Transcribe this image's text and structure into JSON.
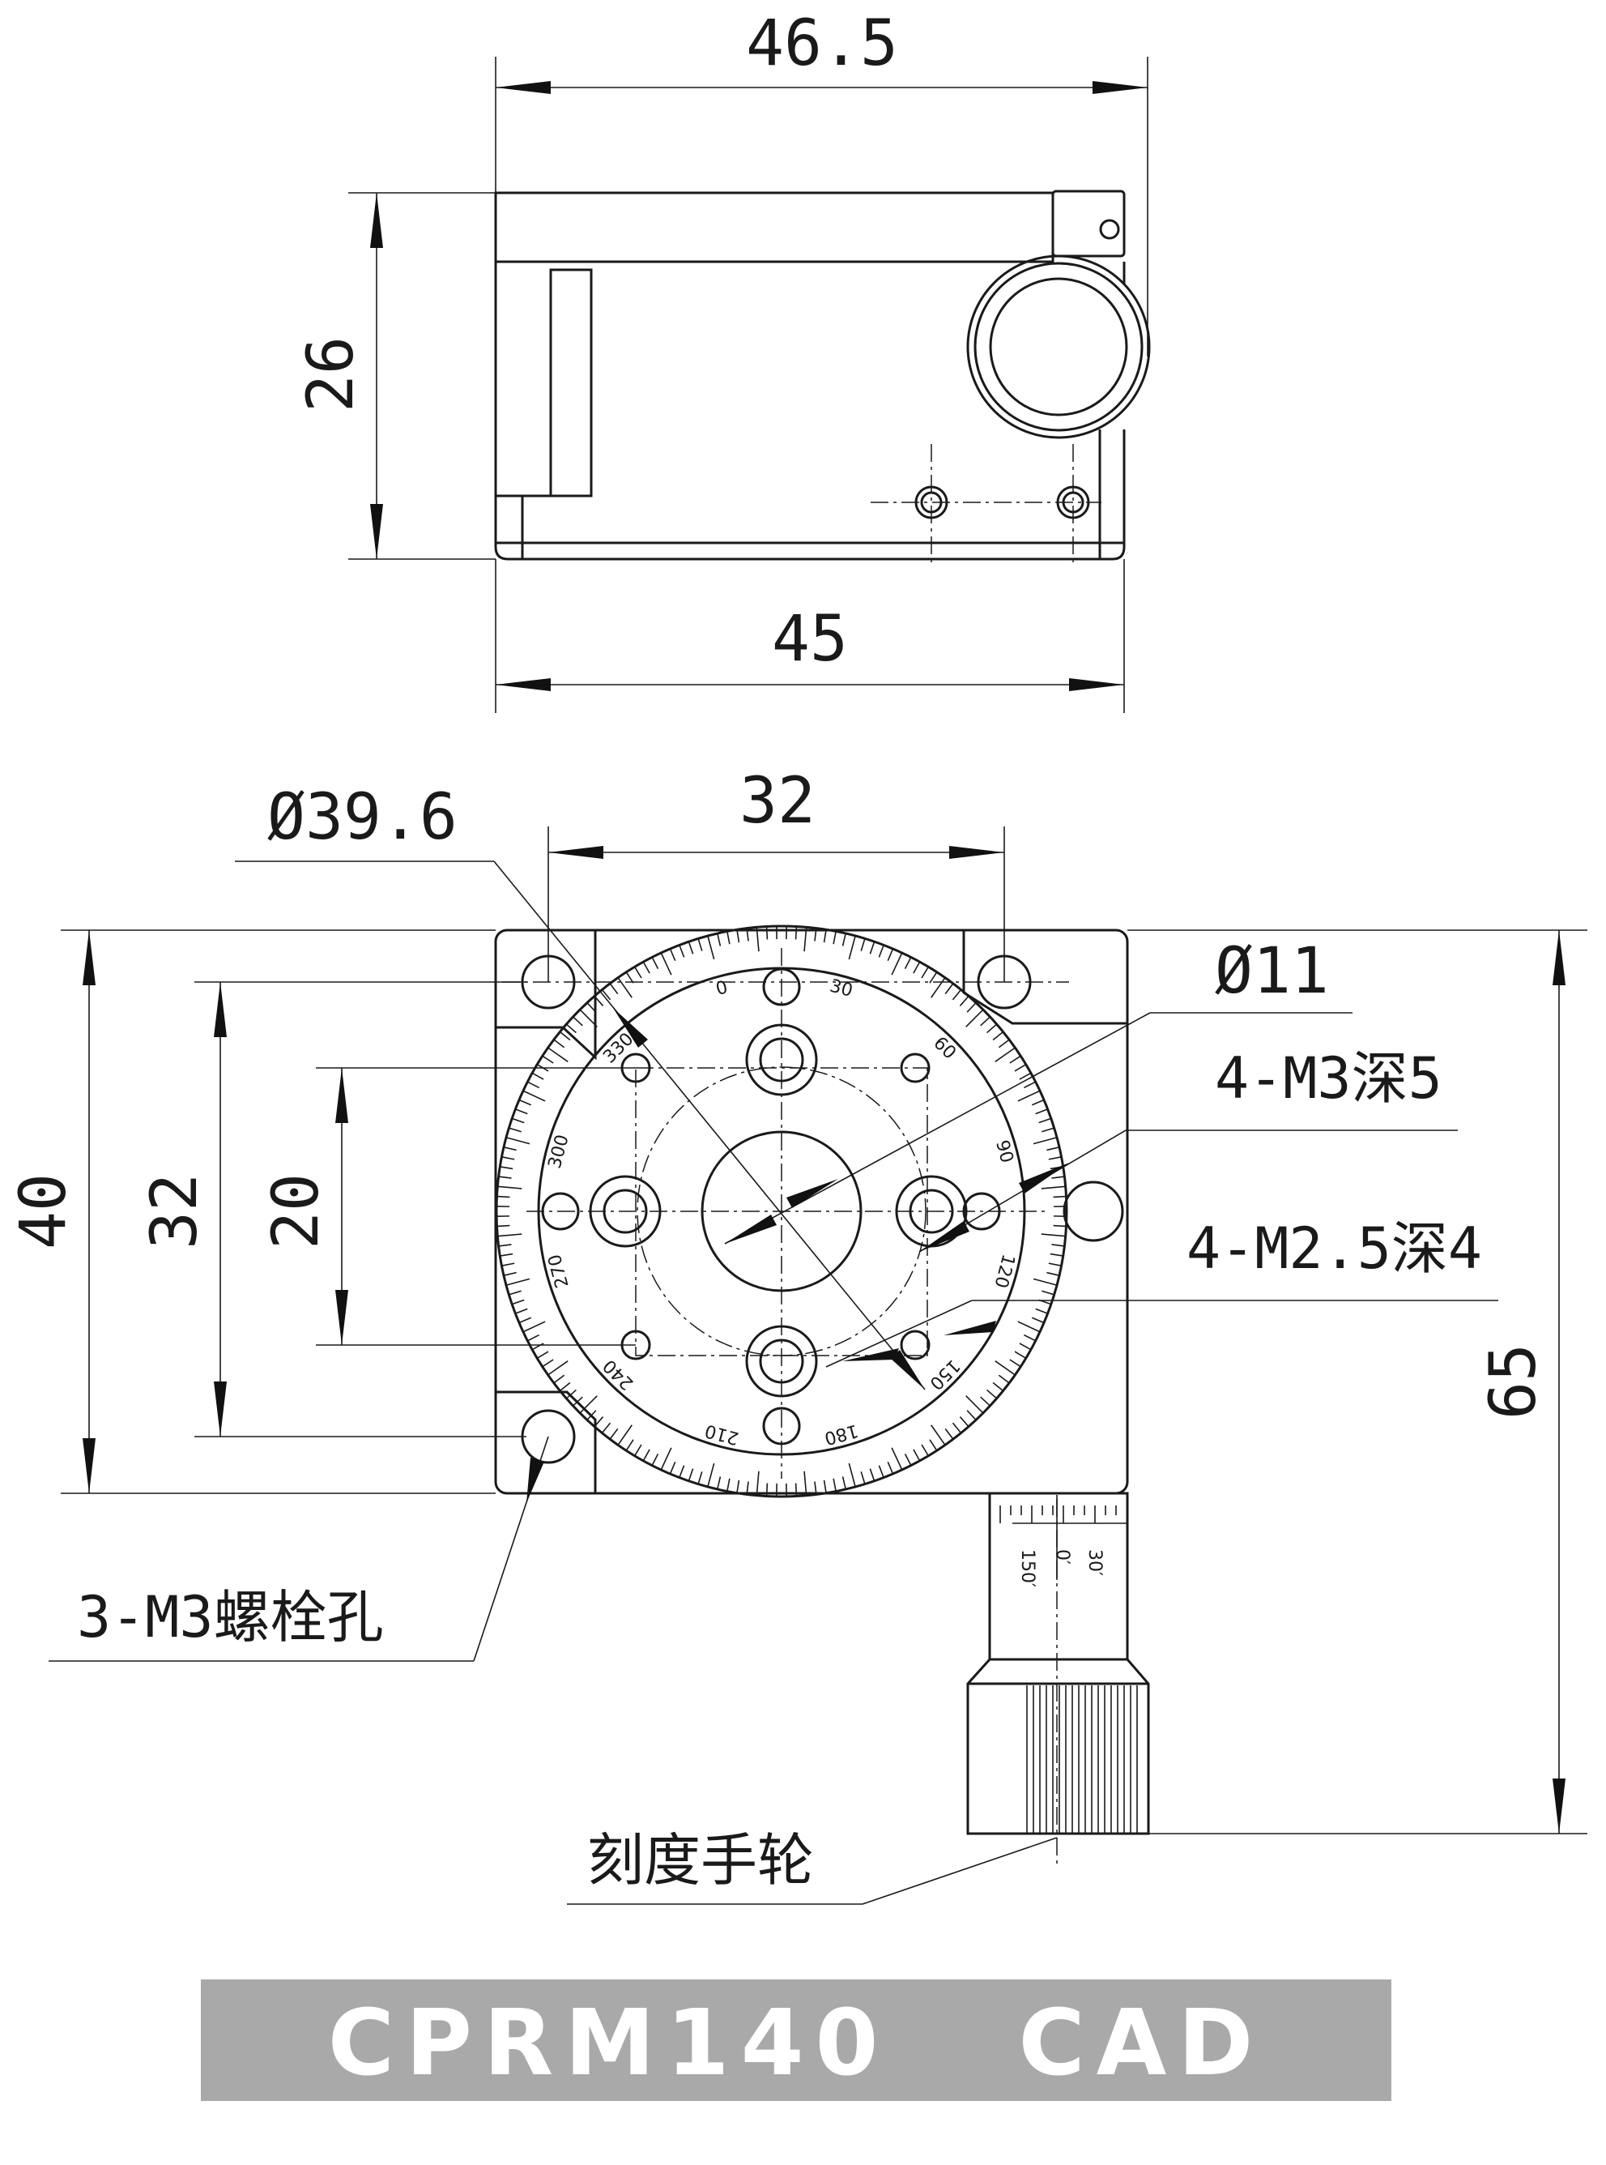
{
  "side_view": {
    "dim_top": "46.5",
    "dim_height": "26",
    "dim_bottom": "45"
  },
  "top_view": {
    "dim_bore": "Ø39.6",
    "dim_hole_span": "32",
    "dim_center_bore": "Ø11",
    "label_m3_holes": "4-M3深5",
    "label_m25_holes": "4-M2.5深4",
    "dim_left_outer": "40",
    "dim_left_mid": "32",
    "dim_left_inner": "20",
    "dim_right_total": "65",
    "label_bolt_holes": "3-M3螺栓孔",
    "label_handwheel": "刻度手轮"
  },
  "dial_labels": [
    "0",
    "30",
    "60",
    "90",
    "120",
    "150",
    "180",
    "210",
    "240",
    "270",
    "300",
    "330"
  ],
  "thimble_labels": [
    "30′",
    "0′",
    "150′"
  ],
  "title_bar": {
    "text": "CPRM140   CAD"
  }
}
